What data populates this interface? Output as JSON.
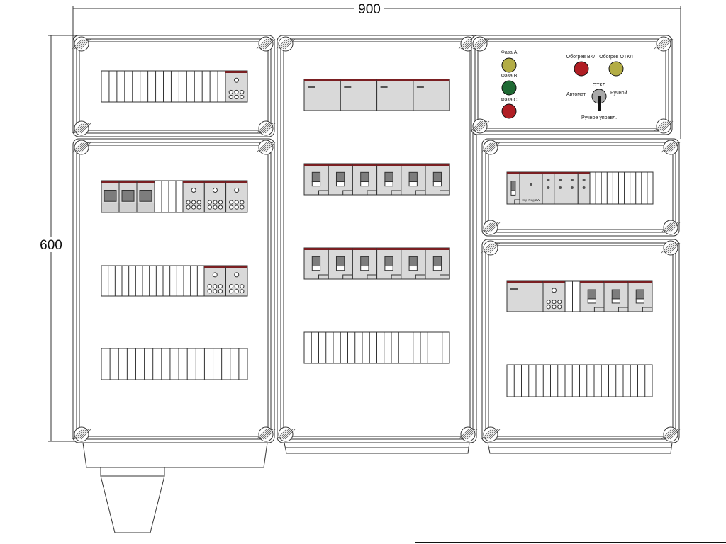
{
  "dimensions": {
    "width": "900",
    "height": "600"
  },
  "indicator_labels": {
    "phase_a": "Фаза А",
    "phase_b": "Фаза В",
    "phase_c": "Фаза С",
    "heat_on": "Обогрев ВКЛ",
    "heat_off": "Обогрев ОТКЛ"
  },
  "switch_labels": {
    "off": "ОТКЛ",
    "auto": "Автомат",
    "manual": "Ручной",
    "manual_control": "Ручное управл."
  },
  "module_label": "Imp-Reg 2W",
  "colors": {
    "lamp_yellow": "#b3ad45",
    "lamp_green": "#1f6a34",
    "lamp_red": "#b01e24",
    "module_gray": "#d9d9d9",
    "module_top": "#7a1f22"
  }
}
